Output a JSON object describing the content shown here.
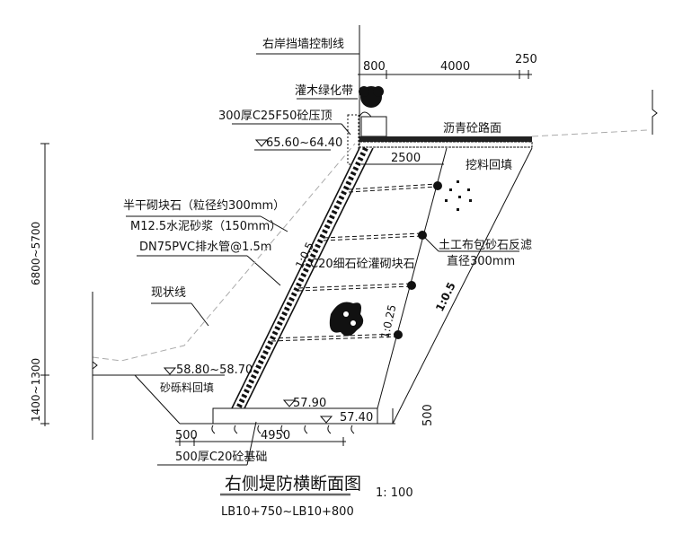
{
  "title": "右侧堤防横断面图",
  "scale": "1: 100",
  "station_range": "LB10+750~LB10+800",
  "labels": {
    "control_line": "右岸挡墙控制线",
    "shrub_belt": "灌木绿化带",
    "coping": "300厚C25F50砼压顶",
    "asphalt": "沥青砼路面",
    "backfill": "挖料回填",
    "masonry": "半干砌块石（粒径约300mm）",
    "mortar": "M12.5水泥砂浆（150mm）",
    "drain_pipe": "DN75PVC排水管@1.5m",
    "wall_body": "C20细石砼灌砌块石",
    "filter_line1": "土工布包砂石反滤",
    "filter_line2": "直径300mm",
    "existing_line": "现状线",
    "gravel_backfill": "砂砾料回填",
    "foundation": "500厚C20砼基础"
  },
  "elevations": {
    "top": "65.60~64.40",
    "toe": "58.80~58.70",
    "foundation_top": "57.90",
    "foundation_bottom": "57.40"
  },
  "dimensions": {
    "d800": "800",
    "d4000": "4000",
    "d250": "250",
    "d2500": "2500",
    "d500_right": "500",
    "d500_bottom": "500",
    "d4950": "4950",
    "h_wall": "6800~5700",
    "h_base": "1400~1300"
  },
  "slopes": {
    "face": "1:0.5",
    "back": "1:0.25",
    "outer": "1:0.5"
  }
}
